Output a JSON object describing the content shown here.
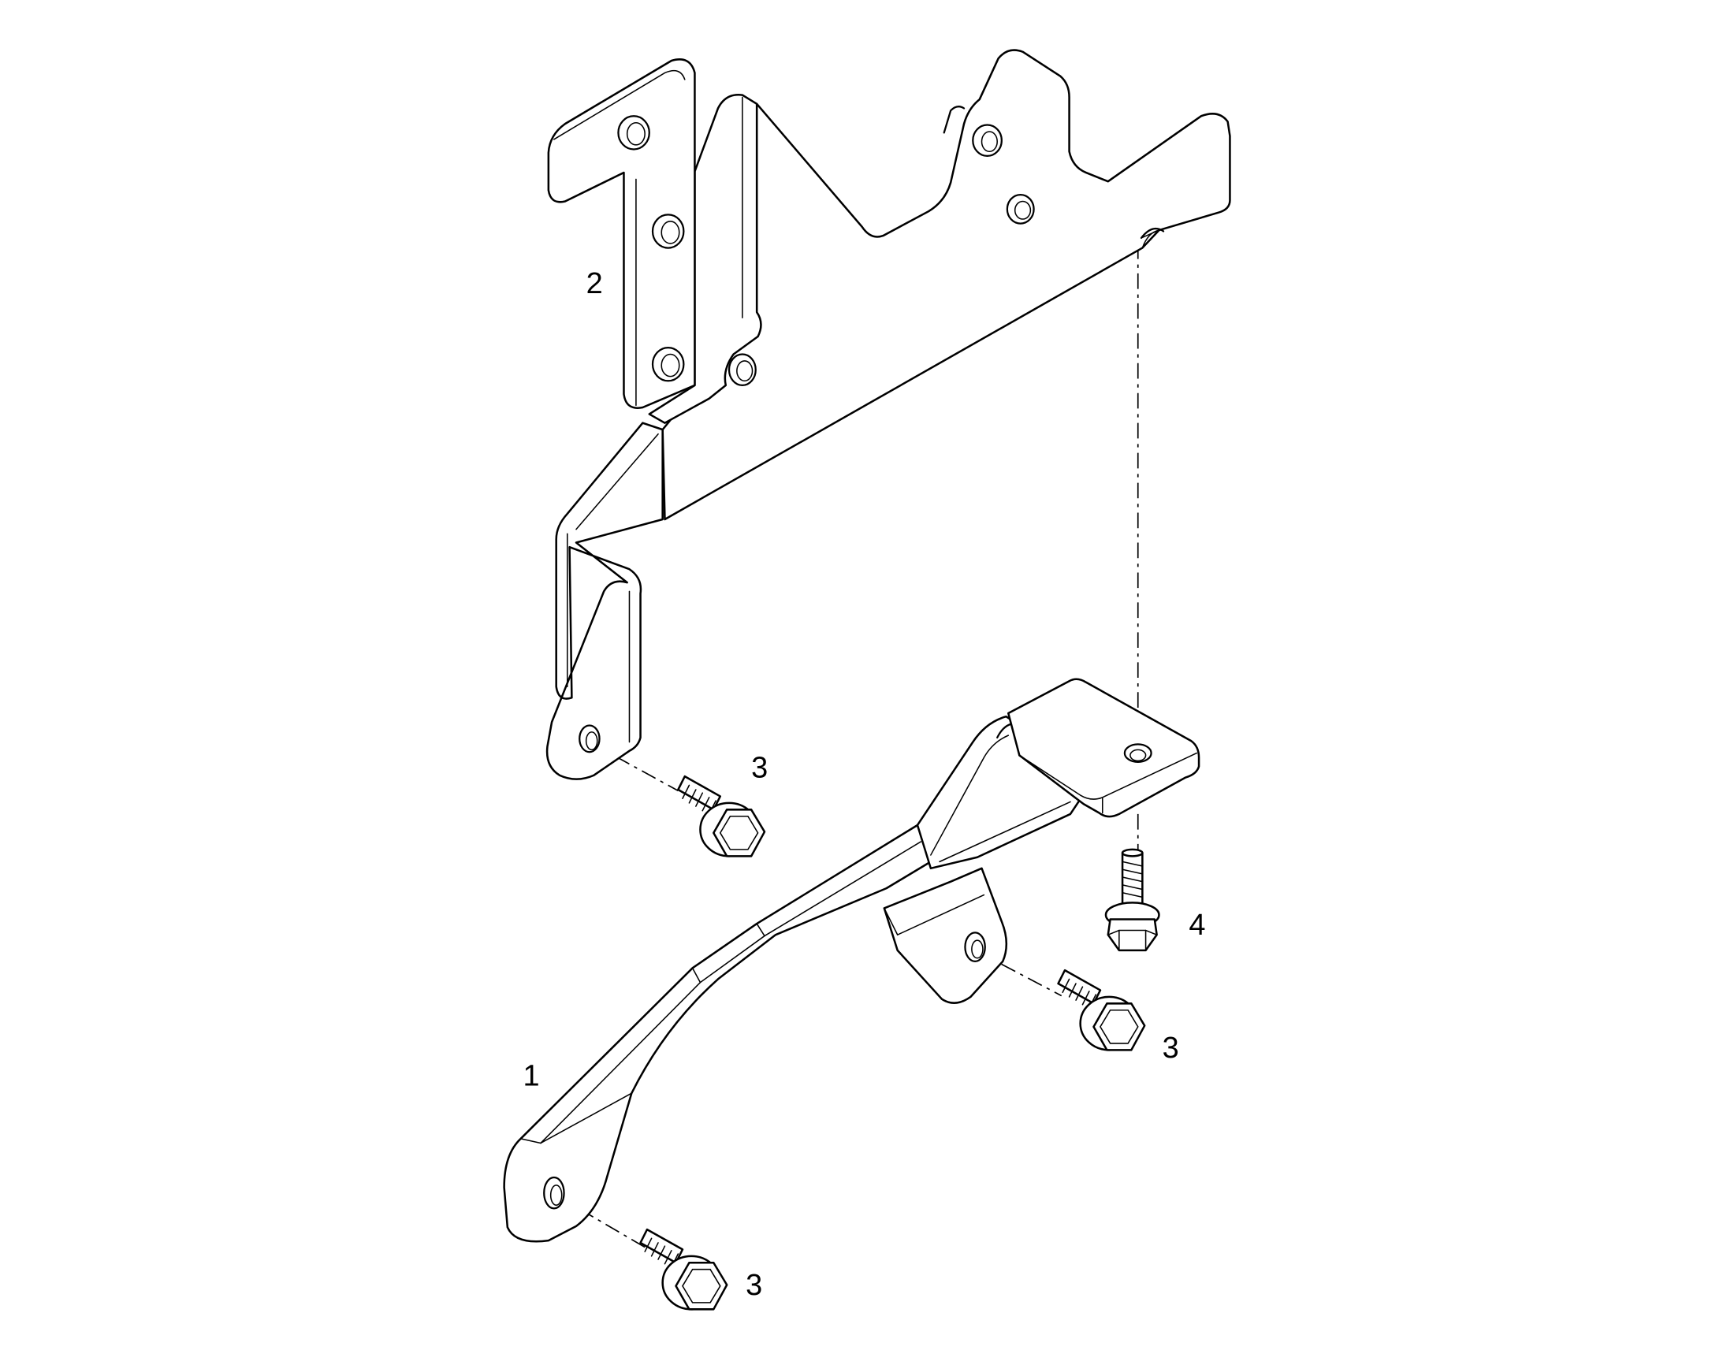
{
  "colors": {
    "line": "#000000",
    "background": "#ffffff"
  },
  "callouts": {
    "upper_bracket": "2",
    "bolt_upper": "3",
    "bolt_vertical": "4",
    "bolt_right": "3",
    "lower_bracket": "1",
    "bolt_lower": "3"
  }
}
